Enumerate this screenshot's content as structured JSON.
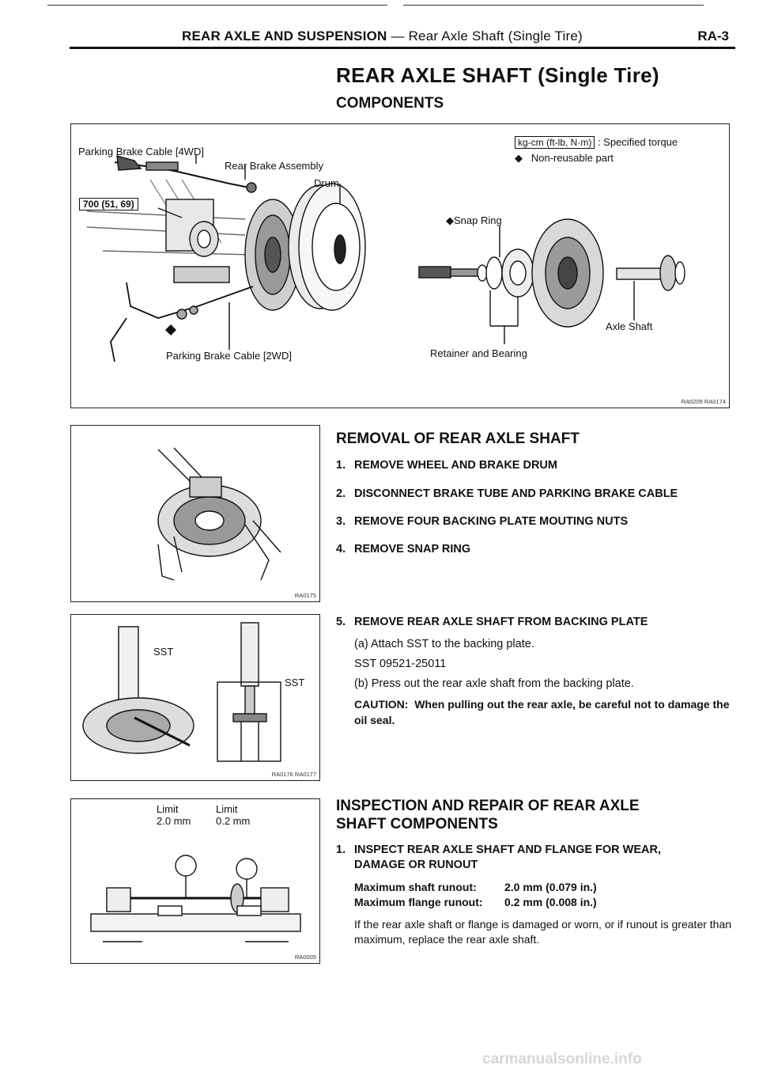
{
  "header": {
    "section": "REAR AXLE AND SUSPENSION",
    "dash": " — ",
    "subsection": "Rear Axle Shaft (Single Tire)",
    "page": "RA-3"
  },
  "title": "REAR AXLE SHAFT (Single Tire)",
  "subtitle": "COMPONENTS",
  "components_diagram": {
    "labels": {
      "parking_cable_4wd": "Parking Brake Cable [4WD]",
      "rear_brake_assembly": "Rear Brake Assembly",
      "drum": "Drum",
      "torque_value": "700 (51, 69)",
      "parking_cable_2wd": "Parking Brake Cable [2WD]",
      "snap_ring": "Snap Ring",
      "retainer_bearing": "Retainer and Bearing",
      "axle_shaft": "Axle Shaft"
    },
    "legend": {
      "torque_units": "kg-cm (ft-lb, N·m)",
      "torque_text": ": Specified torque",
      "nonreusable_text": "Non-reusable part"
    },
    "figure_code": "RA0209 RA0174"
  },
  "removal": {
    "heading": "REMOVAL OF REAR AXLE SHAFT",
    "steps": [
      {
        "num": "1.",
        "text": "REMOVE WHEEL AND BRAKE DRUM"
      },
      {
        "num": "2.",
        "text": "DISCONNECT BRAKE TUBE AND PARKING BRAKE CABLE"
      },
      {
        "num": "3.",
        "text": "REMOVE FOUR BACKING PLATE MOUTING NUTS"
      },
      {
        "num": "4.",
        "text": "REMOVE SNAP RING"
      },
      {
        "num": "5.",
        "text": "REMOVE REAR AXLE SHAFT FROM BACKING PLATE"
      }
    ],
    "sub_a": "(a)  Attach SST to the backing plate.",
    "sst_number": "SST 09521-25011",
    "sub_b": "(b)  Press out the rear axle shaft from the backing plate.",
    "caution_label": "CAUTION:",
    "caution_text": "When pulling out the rear axle, be careful not to damage the oil seal."
  },
  "figures": {
    "fig1_code": "RA0175",
    "fig2_code": "RA0176 RA0177",
    "fig2_sst_left": "SST",
    "fig2_sst_right": "SST",
    "fig3_code": "RA0005",
    "fig3_limit_left_label": "Limit",
    "fig3_limit_left_value": "2.0 mm",
    "fig3_limit_right_label": "Limit",
    "fig3_limit_right_value": "0.2 mm"
  },
  "inspection": {
    "heading_line1": "INSPECTION AND REPAIR OF REAR AXLE",
    "heading_line2": "SHAFT COMPONENTS",
    "step_num": "1.",
    "step_line1": "INSPECT REAR AXLE SHAFT AND FLANGE FOR WEAR,",
    "step_line2": "DAMAGE OR RUNOUT",
    "spec1_label": "Maximum shaft runout:",
    "spec1_value": "2.0 mm (0.079 in.)",
    "spec2_label": "Maximum flange runout:",
    "spec2_value": "0.2 mm (0.008 in.)",
    "note": "If the rear axle shaft or flange is damaged or worn, or if runout is greater than maximum, replace the rear axle shaft."
  },
  "watermark": "carmanualsonline.info"
}
